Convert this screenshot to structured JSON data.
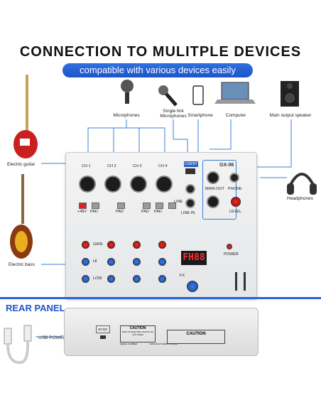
{
  "header": {
    "title": "CONNECTION TO MULITPLE DEVICES",
    "subtitle": "compatible with various devices easily"
  },
  "devices": {
    "microphones": "Microphones",
    "single_link": "Single link Microphones",
    "smartphone": "Smartphone",
    "computer": "Computer",
    "speaker": "Main output speaker",
    "guitar": "Electric guitar",
    "bass": "Electric bass",
    "headphones": "Headphones"
  },
  "mixer": {
    "channels": [
      "CH 1",
      "CH 2",
      "CH 3",
      "CH 4"
    ],
    "brand": "GX-06",
    "display": "FH88",
    "usb_label": "USB/BT",
    "phantom": "+48V",
    "pad": "PAD",
    "line": "LINE",
    "main_out": "MAIN OUT",
    "phone": "PHONE",
    "level": "LEVEL",
    "line_in": "LINE IN",
    "gain": "GAIN",
    "fx": "FX",
    "power": "POWER",
    "hi": "HI",
    "low": "LOW"
  },
  "rear": {
    "title": "REAR PANEL",
    "usb_power": "USB POWER",
    "port_label": "5V DC",
    "caution": "CAUTION",
    "warning_line": "RISK OF ELECTRIC SHOCK DO NOT OPEN",
    "serial": "SERIAL NUMBER",
    "manufactured": "MANUFACTURED IN CHINA"
  },
  "colors": {
    "accent": "#1d55c8",
    "red_knob": "#d01f1f",
    "blue_knob": "#2160c8",
    "display_red": "#ff2a2a"
  }
}
